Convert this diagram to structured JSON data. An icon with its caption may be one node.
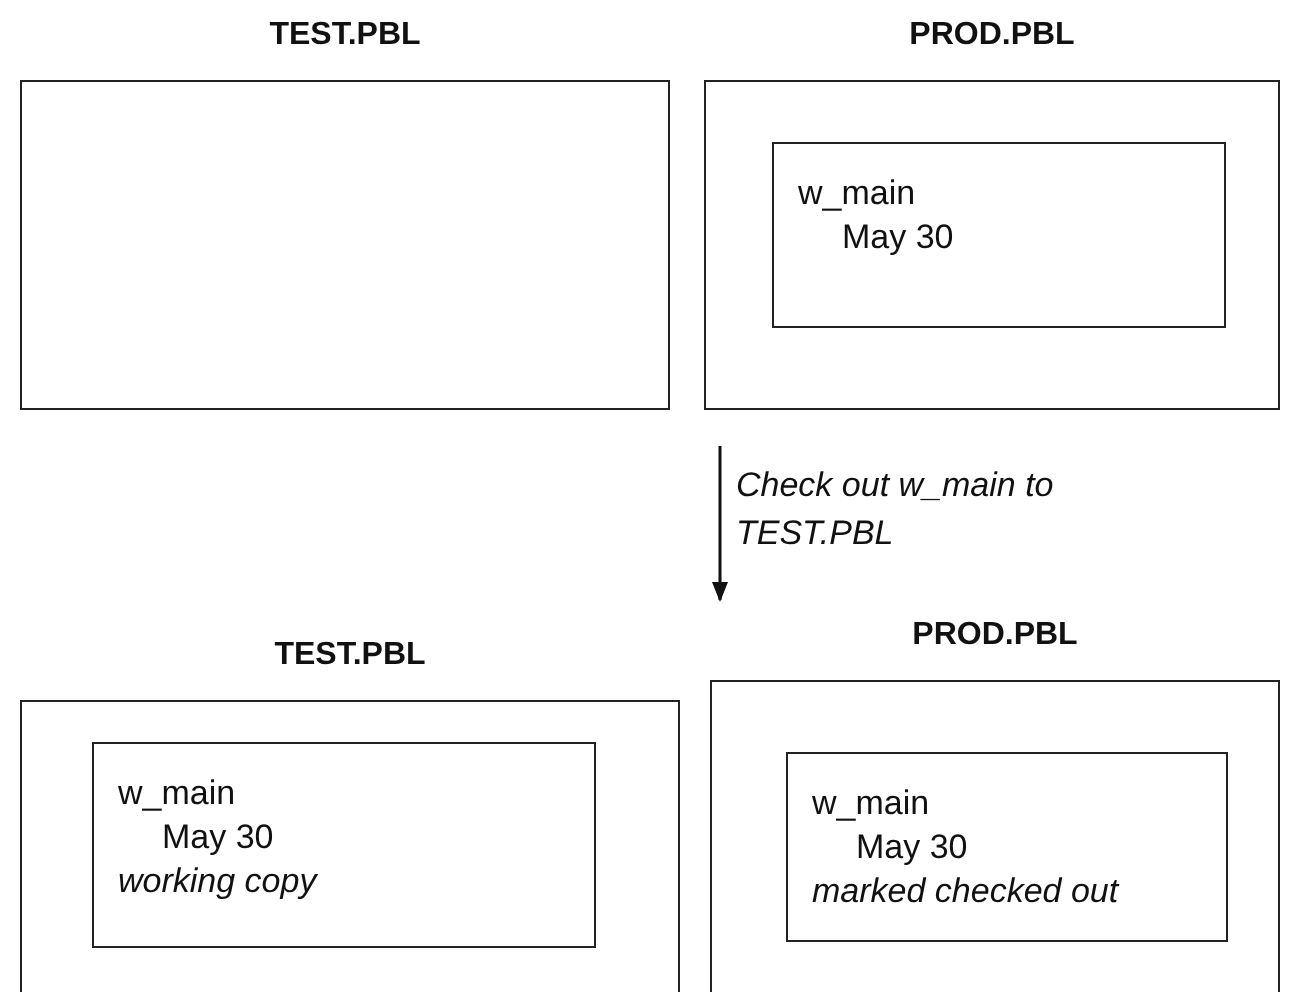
{
  "diagram": {
    "nodes": [
      {
        "text": [
          "TEST.PBL"
        ]
      },
      {
        "text": [
          "PROD.PBL"
        ]
      },
      {
        "text": [
          "w_main",
          "May 30"
        ],
        "in": 1
      },
      {
        "text": [
          "TEST.PBL"
        ]
      },
      {
        "text": [
          "w_main",
          "May 30",
          "working copy"
        ],
        "in": 3
      },
      {
        "text": [
          "PROD.PBL"
        ]
      },
      {
        "text": [
          "w_main",
          "May 30",
          "marked checked out"
        ],
        "in": 5
      }
    ],
    "edges": [
      {
        "from": 1,
        "to": 5,
        "arrow": "to",
        "label": "Check out w_main to TEST.PBL"
      }
    ]
  }
}
